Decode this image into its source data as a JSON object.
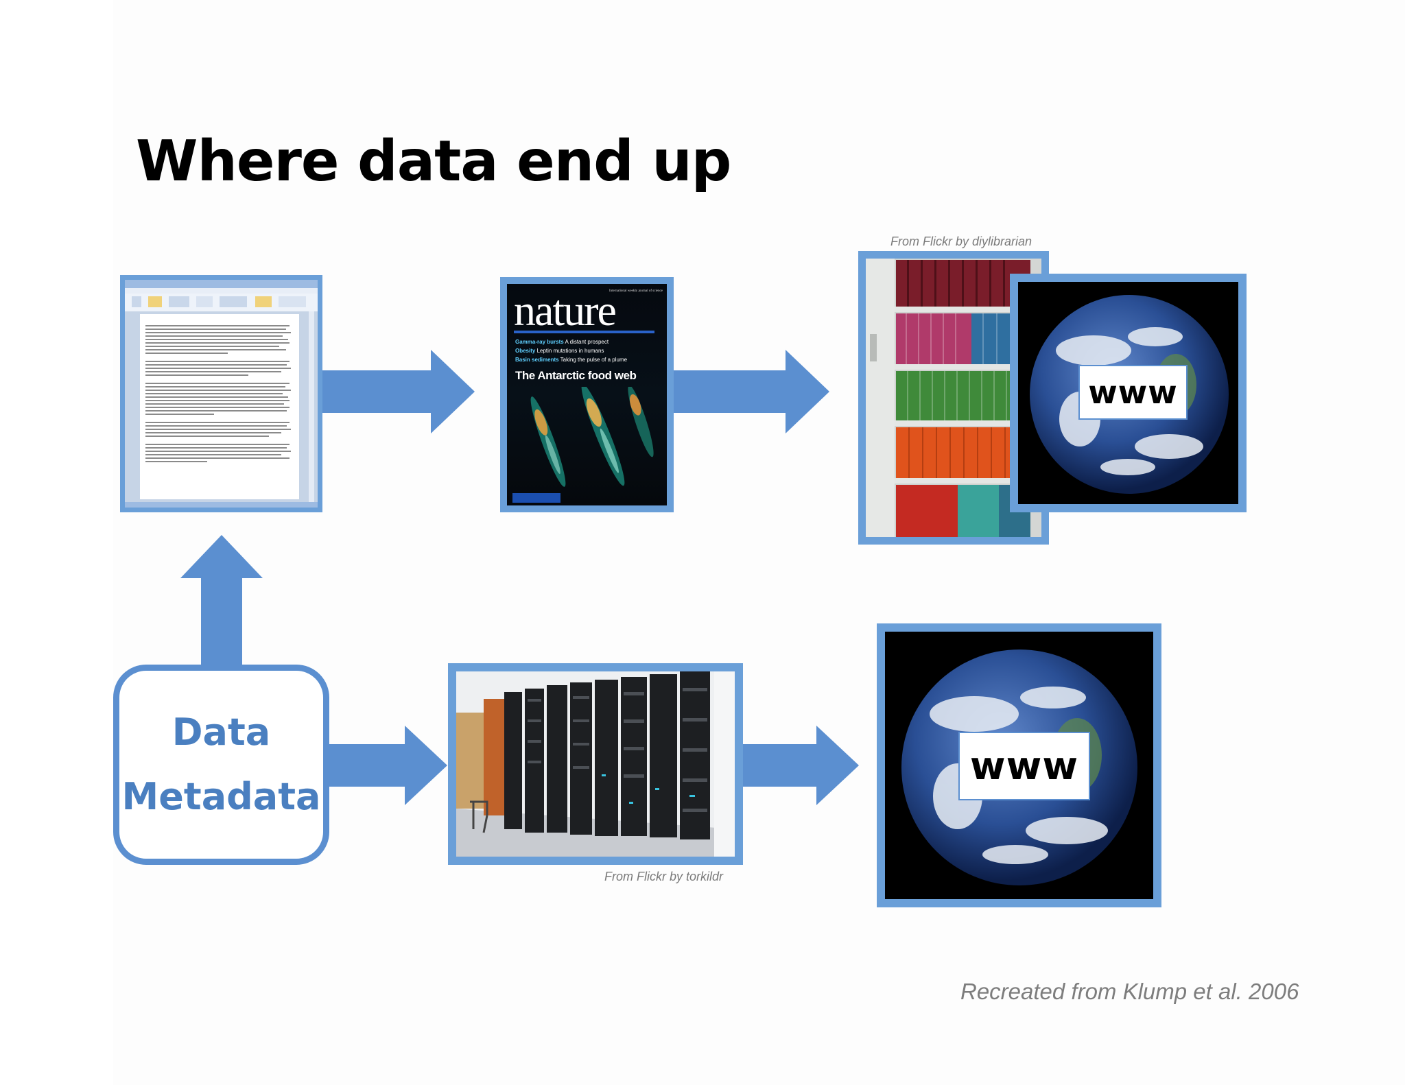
{
  "title": "Where data end up",
  "central_box": {
    "line1": "Data",
    "line2": "Metadata"
  },
  "journal_cover": {
    "masthead": "nature",
    "tagline": "International weekly journal of science",
    "headline1_bold": "Gamma-ray bursts",
    "headline1_text": "A distant prospect",
    "headline2_bold": "Obesity",
    "headline2_text": "Leptin mutations in humans",
    "headline3_bold": "Basin sediments",
    "headline3_text": "Taking the pulse of a plume",
    "cover_story": "The Antarctic food web"
  },
  "www_labels": {
    "top": "www",
    "bottom": "www"
  },
  "credits": {
    "library": "From Flickr by diylibrarian",
    "servers": "From Flickr by torkildr"
  },
  "citation": "Recreated from Klump et al. 2006",
  "colors": {
    "arrow": "#5b8fd0",
    "frame": "#6a9fd8",
    "box_text": "#4a7fc0"
  }
}
